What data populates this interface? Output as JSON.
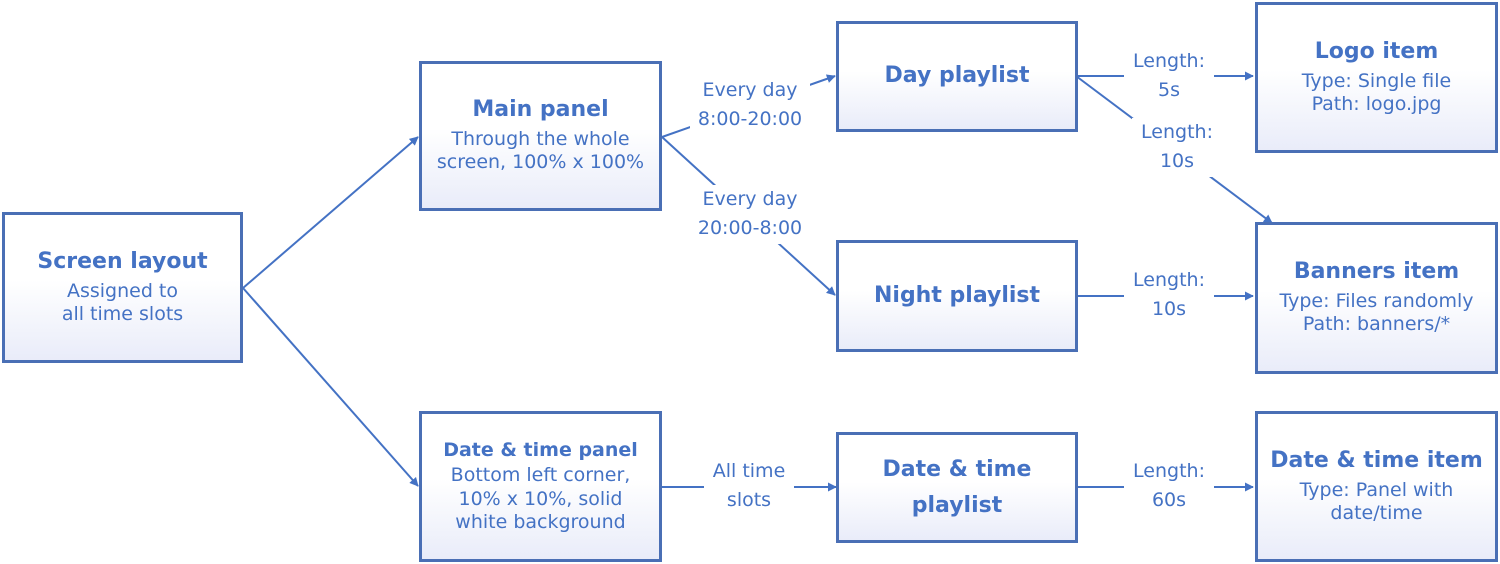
{
  "nodes": {
    "screen_layout": {
      "title": "Screen layout",
      "lines": [
        "Assigned to",
        "all time slots"
      ]
    },
    "main_panel": {
      "title": "Main panel",
      "lines": [
        "Through the whole",
        "screen, 100% x 100%"
      ]
    },
    "datetime_panel": {
      "title": "Date & time panel",
      "lines": [
        "Bottom left corner,",
        "10% x 10%, solid",
        "white background"
      ]
    },
    "day_playlist": {
      "title": "Day playlist"
    },
    "night_playlist": {
      "title": "Night playlist"
    },
    "datetime_playlist": {
      "title_lines": [
        "Date & time",
        "playlist"
      ]
    },
    "logo_item": {
      "title": "Logo item",
      "lines": [
        "Type: Single file",
        "Path: logo.jpg"
      ]
    },
    "banners_item": {
      "title": "Banners item",
      "lines": [
        "Type: Files randomly",
        "Path: banners/*"
      ]
    },
    "datetime_item": {
      "title": "Date & time item",
      "lines": [
        "Type: Panel with",
        "date/time"
      ]
    }
  },
  "edges": {
    "main_to_day": [
      "Every day",
      "8:00-20:00"
    ],
    "main_to_night": [
      "Every day",
      "20:00-8:00"
    ],
    "dtpanel_to_dtplaylist": [
      "All time",
      "slots"
    ],
    "day_to_logo": [
      "Length:",
      "5s"
    ],
    "day_to_banners": [
      "Length:",
      "10s"
    ],
    "night_to_banners": [
      "Length:",
      "10s"
    ],
    "dtplaylist_to_dtitem": [
      "Length:",
      "60s"
    ]
  },
  "colors": {
    "line": "#4472c4",
    "border": "#4a6fb5",
    "text": "#4472c4",
    "fill_bottom": "#e9ecf9"
  }
}
